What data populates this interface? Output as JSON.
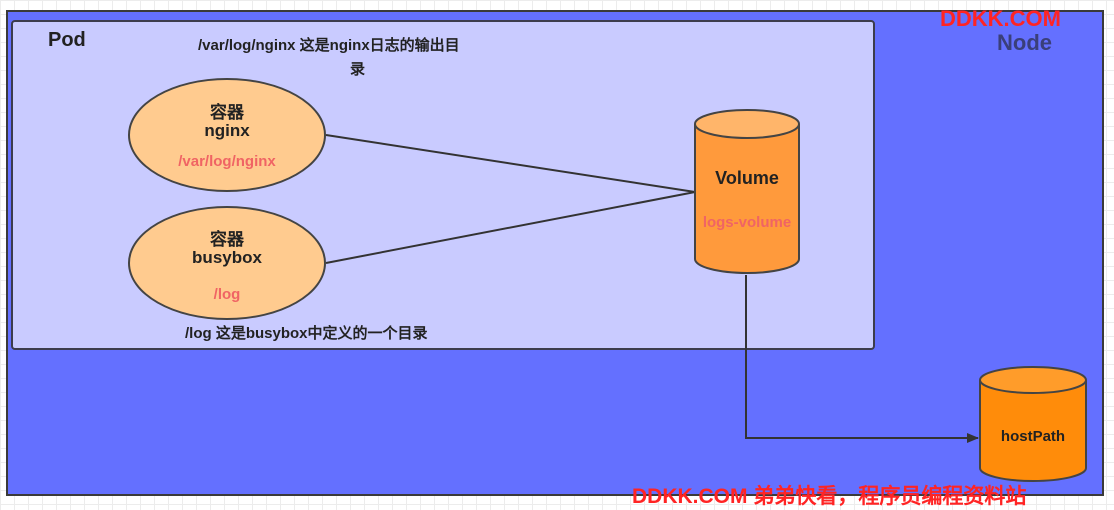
{
  "node": {
    "label": "Node"
  },
  "pod": {
    "label": "Pod",
    "note_top_line1": "/var/log/nginx 这是nginx日志的输出目",
    "note_top_line2": "录",
    "note_bottom": "/log 这是busybox中定义的一个目录"
  },
  "containers": [
    {
      "title": "容器",
      "name": "nginx",
      "path": "/var/log/nginx"
    },
    {
      "title": "容器",
      "name": "busybox",
      "path": "/log"
    }
  ],
  "volume": {
    "label": "Volume",
    "name": "logs-volume"
  },
  "host_path": {
    "label": "hostPath"
  },
  "watermark": {
    "top": "DDKK.COM",
    "bottom": "DDKK.COM 弟弟快看，程序员编程资料站"
  },
  "colors": {
    "node_fill": "#6470ff",
    "pod_fill": "#c9cbff",
    "container_fill": "#ffcb8f",
    "cylinder_fill": "#ff9a3c",
    "path_text": "#f06464",
    "watermark": "#ff2424"
  }
}
